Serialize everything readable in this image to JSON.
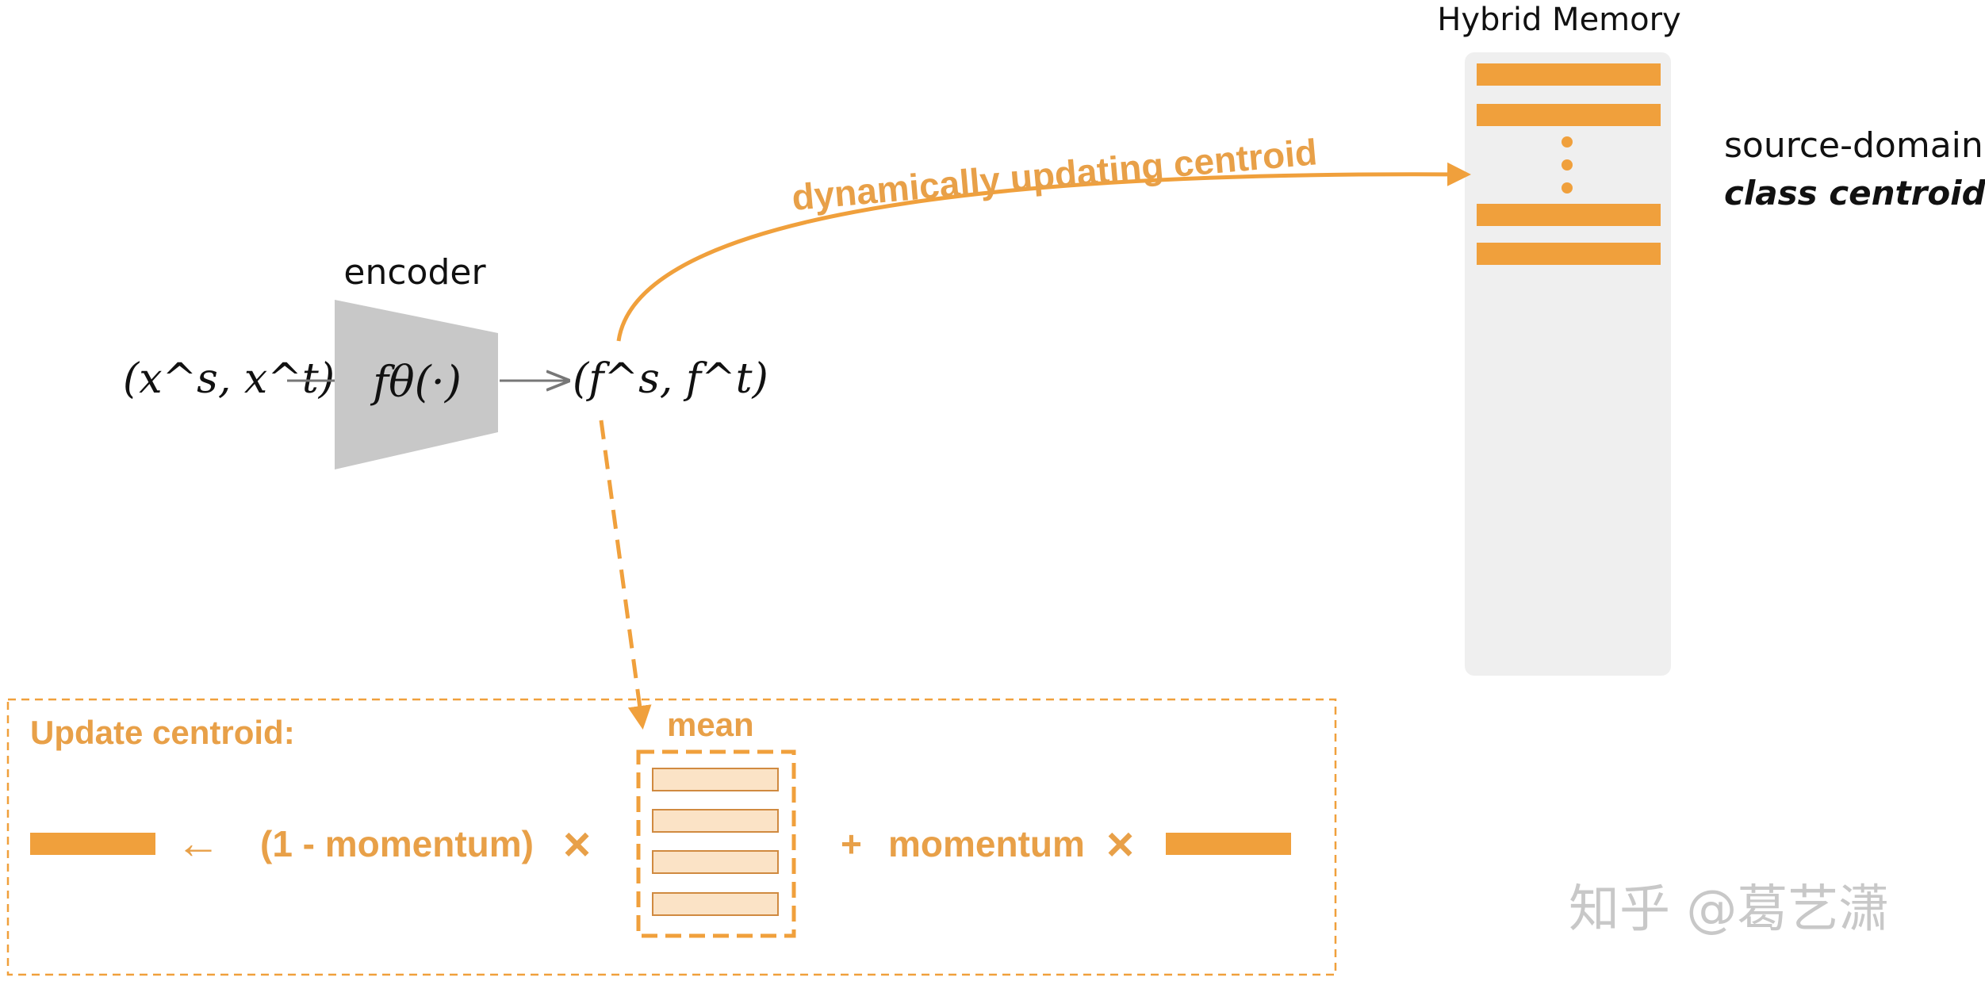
{
  "colors": {
    "accent": "#f0a03c",
    "accent_text": "#e8a048",
    "memory_bg": "#efefef",
    "encoder_fill": "#c8c8c8",
    "mean_bar_fill": "#fbe3c6",
    "mean_bar_stroke": "#d08a40",
    "line_gray": "#777777"
  },
  "input_label": "(x^s, x^t)",
  "encoder": {
    "title": "encoder",
    "function": "fθ(·)"
  },
  "output_label": "(f^s, f^t)",
  "arrow_label": "dynamically updating centroid",
  "memory": {
    "title": "Hybrid Memory",
    "side_label_line1": "source-domain",
    "side_label_line2": "class centroids"
  },
  "update": {
    "title": "Update centroid:",
    "mean_label": "mean",
    "arrow_symbol": "←",
    "one_minus_momentum": "(1 - momentum)",
    "times_symbol": "×",
    "plus_symbol": "+",
    "momentum": "momentum"
  },
  "watermark": "知乎 @葛艺潇"
}
